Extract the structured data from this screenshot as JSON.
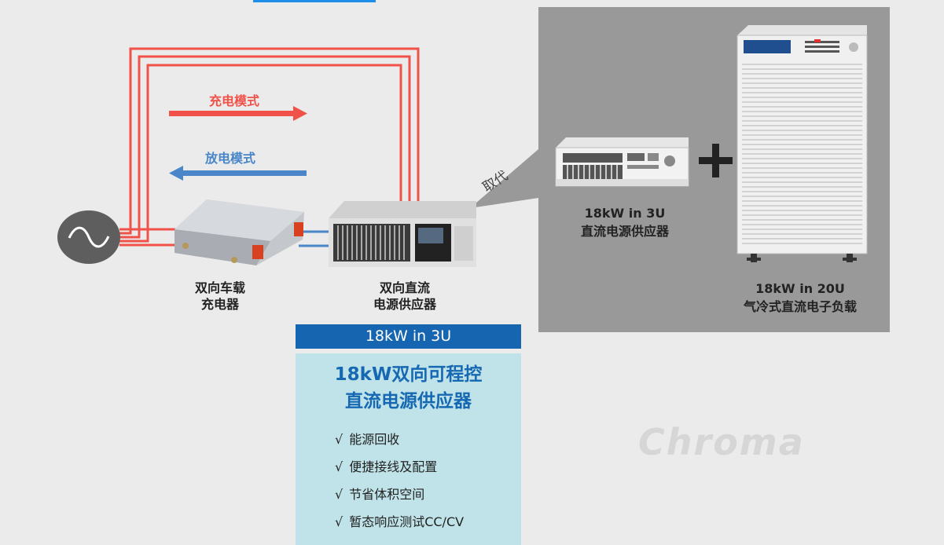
{
  "labels": {
    "charge_mode": "充电模式",
    "discharge_mode": "放电模式",
    "replace": "取代",
    "charger": [
      "双向车载",
      "充电器"
    ],
    "bidir_psu": [
      "双向直流",
      "电源供应器"
    ],
    "psu_3u": [
      "18kW in 3U",
      "直流电源供应器"
    ],
    "load_20u": [
      "18kW in 20U",
      "气冷式直流电子负载"
    ],
    "plus": "+"
  },
  "info_box": {
    "header": "18kW in 3U",
    "title": [
      "18kW双向可程控",
      "直流电源供应器"
    ],
    "check_mark": "√",
    "features": [
      "能源回收",
      "便捷接线及配置",
      "节省体积空间",
      "暂态响应测试CC/CV"
    ]
  },
  "brand": "Chroma",
  "colors": {
    "charge": "#f0524a",
    "discharge": "#4a86c8",
    "panel": "#999999",
    "accent": "#1565b0",
    "info_bg": "#bfe3e8"
  },
  "icons": [
    "ac-source-icon",
    "onboard-charger-device",
    "bidirectional-psu-device",
    "psu-3u-device",
    "electronic-load-20u-device",
    "plus-icon"
  ]
}
